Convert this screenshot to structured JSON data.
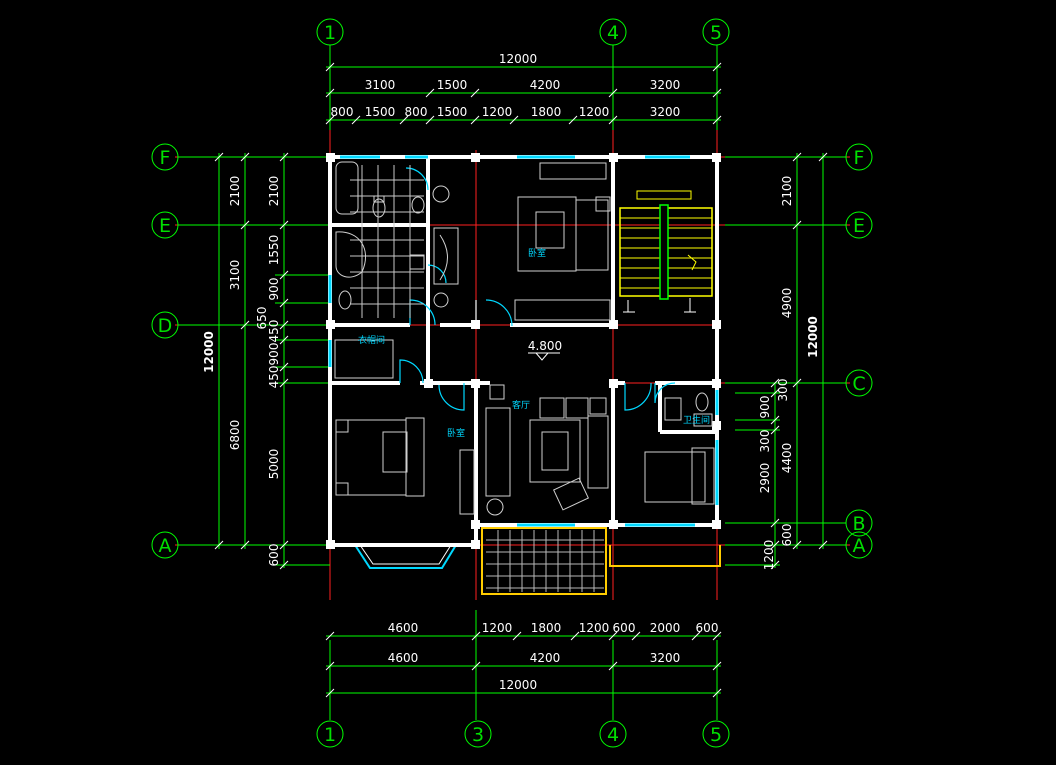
{
  "grid_top": [
    "1",
    "4",
    "5"
  ],
  "grid_bottom": [
    "1",
    "3",
    "4",
    "5"
  ],
  "grid_left": [
    "F",
    "E",
    "D",
    "A"
  ],
  "grid_right": [
    "F",
    "E",
    "C",
    "B",
    "A"
  ],
  "dims_top": {
    "total": "12000",
    "row2": [
      "3100",
      "1500",
      "4200",
      "3200"
    ],
    "row3": [
      "800",
      "1500",
      "800",
      "1500",
      "1200",
      "1800",
      "1200",
      "3200"
    ]
  },
  "dims_bottom": {
    "row1": [
      "4600",
      "1200",
      "1800",
      "1200",
      "600",
      "2000",
      "600"
    ],
    "row2": [
      "4600",
      "4200",
      "3200"
    ],
    "total": "12000"
  },
  "dims_left": {
    "total": "12000",
    "outer": [
      "2100",
      "3100",
      "6800"
    ],
    "inner": [
      "2100",
      "1550",
      "900",
      "650",
      "450900450",
      "5000",
      "600"
    ]
  },
  "dims_right": {
    "total": "12000",
    "outer": [
      "2100",
      "4900",
      "4400"
    ],
    "inner": [
      "300",
      "900",
      "300",
      "2900",
      "600",
      "1200"
    ]
  },
  "elevation": "4.800",
  "rooms": {
    "bedroom_ne": "卧室",
    "storage": "衣帽间",
    "bedroom_sw": "卧室",
    "living": "客厅",
    "bath_se": "卫生间"
  },
  "colors": {
    "background": "#000000",
    "axis_line": "#00ff00",
    "axis_grid": "#ff0000",
    "wall": "#ffffff",
    "window": "#00d8ff",
    "stair": "#ffff00",
    "balcony": "#ffcc00",
    "furniture": "#c8c8c8"
  }
}
